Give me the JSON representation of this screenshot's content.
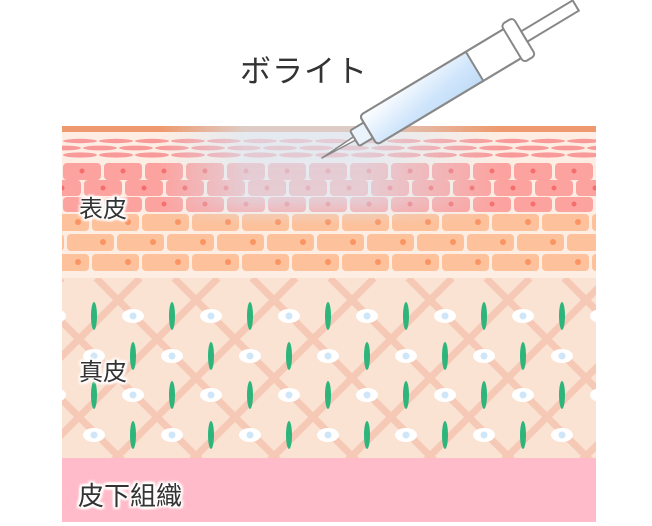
{
  "title": "ボライト",
  "layers": {
    "epidermis": {
      "label": "表皮"
    },
    "dermis": {
      "label": "真皮"
    },
    "subcutaneous": {
      "label": "皮下組織"
    }
  },
  "colors": {
    "stratum_corneum_line": "#EE9A6E",
    "flat_cells": "#F99A9A",
    "red_cells": "#FCA3A0",
    "red_cell_nucleus": "#F56E6E",
    "orange_cells": "#FDC19B",
    "orange_cell_nucleus": "#FA9462",
    "cell_gap": "#FDEDE3",
    "dermis_bg": "#FBE3D3",
    "dermis_lattice": "#F6C9B6",
    "collagen_fiber": "#2EB57C",
    "fibroblast": "#FFFFFF",
    "fibroblast_core": "#CFE6F8",
    "subcutaneous": "#FFBBC9",
    "syringe_outline": "#888888",
    "syringe_fill": "#CFE5FB",
    "injection_haze": "#D6E8F7"
  },
  "syringe": {
    "icon": "syringe-icon"
  }
}
